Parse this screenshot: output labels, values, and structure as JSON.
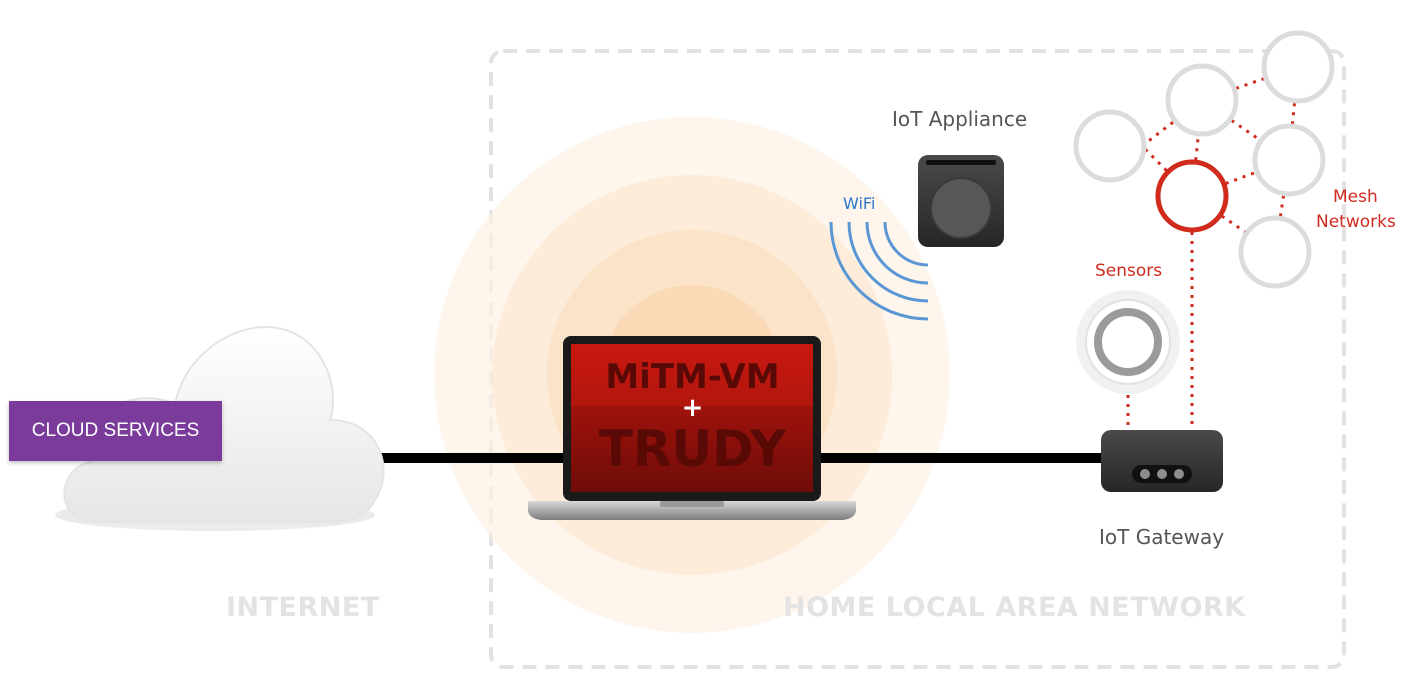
{
  "cloud": {
    "badge_label": "CLOUD SERVICES",
    "section_label": "INTERNET"
  },
  "laptop": {
    "line1": "MiTM-VM",
    "plus": "+",
    "line2": "TRUDY"
  },
  "home": {
    "section_label": "HOME LOCAL AREA NETWORK"
  },
  "appliance": {
    "label": "IoT Appliance"
  },
  "wifi": {
    "label": "WiFi"
  },
  "sensors": {
    "label": "Sensors"
  },
  "mesh": {
    "label_line1": "Mesh",
    "label_line2": "Networks"
  },
  "gateway": {
    "label": "IoT Gateway"
  },
  "colors": {
    "accent_red": "#d02b1c",
    "wifi_blue": "#2d78c8",
    "cloud_badge": "#7a3b9a",
    "screen_red": "#b3150f"
  }
}
